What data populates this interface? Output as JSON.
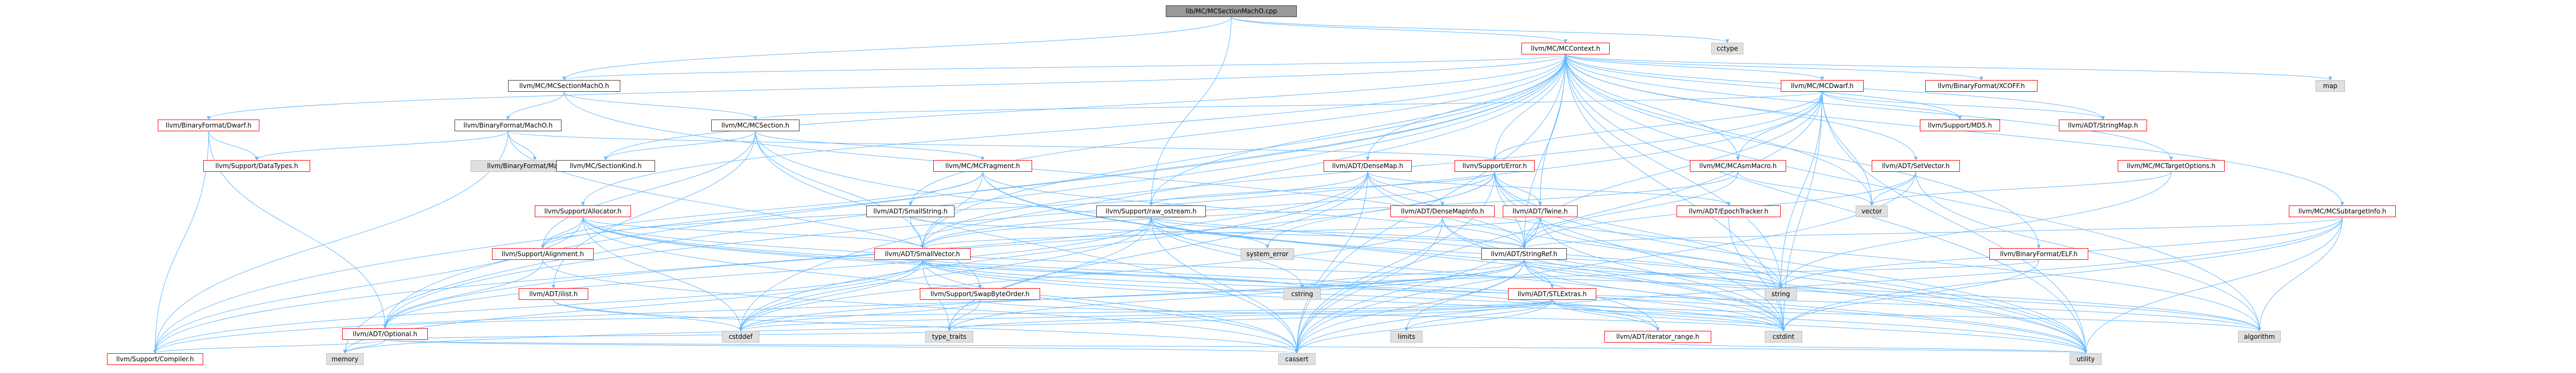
{
  "graph": {
    "nodes": [
      {
        "id": "root",
        "label": "lib/MC/MCSectionMachO.cpp",
        "kind": "root"
      },
      {
        "id": "mccontext",
        "label": "llvm/MC/MCContext.h",
        "kind": "red"
      },
      {
        "id": "cctype",
        "label": "cctype",
        "kind": "gray"
      },
      {
        "id": "mcsectionmacho_h",
        "label": "llvm/MC/MCSectionMachO.h",
        "kind": "normal"
      },
      {
        "id": "mcdwarf",
        "label": "llvm/MC/MCDwarf.h",
        "kind": "red"
      },
      {
        "id": "xcoff",
        "label": "llvm/BinaryFormat/XCOFF.h",
        "kind": "red"
      },
      {
        "id": "map",
        "label": "map",
        "kind": "gray"
      },
      {
        "id": "bf_dwarf",
        "label": "llvm/BinaryFormat/Dwarf.h",
        "kind": "red"
      },
      {
        "id": "bf_macho",
        "label": "llvm/BinaryFormat/MachO.h",
        "kind": "normal"
      },
      {
        "id": "mcsection",
        "label": "llvm/MC/MCSection.h",
        "kind": "normal"
      },
      {
        "id": "md5",
        "label": "llvm/Support/MD5.h",
        "kind": "red"
      },
      {
        "id": "stringmap",
        "label": "llvm/ADT/StringMap.h",
        "kind": "red"
      },
      {
        "id": "datatypes",
        "label": "llvm/Support/DataTypes.h",
        "kind": "red"
      },
      {
        "id": "macho_def",
        "label": "llvm/BinaryFormat/MachO.def",
        "kind": "gray"
      },
      {
        "id": "mcsectionkind",
        "label": "llvm/MC/SectionKind.h",
        "kind": "normal"
      },
      {
        "id": "mcfragment",
        "label": "llvm/MC/MCFragment.h",
        "kind": "red"
      },
      {
        "id": "densemap",
        "label": "llvm/ADT/DenseMap.h",
        "kind": "red"
      },
      {
        "id": "error",
        "label": "llvm/Support/Error.h",
        "kind": "red"
      },
      {
        "id": "mcasmmacro",
        "label": "llvm/MC/MCAsmMacro.h",
        "kind": "red"
      },
      {
        "id": "setvector",
        "label": "llvm/ADT/SetVector.h",
        "kind": "red"
      },
      {
        "id": "mctargetoptions",
        "label": "llvm/MC/MCTargetOptions.h",
        "kind": "red"
      },
      {
        "id": "mcsubtargetinfo",
        "label": "llvm/MC/MCSubtargetInfo.h",
        "kind": "red"
      },
      {
        "id": "bf_elf",
        "label": "llvm/BinaryFormat/ELF.h",
        "kind": "red"
      },
      {
        "id": "allocator",
        "label": "llvm/Support/Allocator.h",
        "kind": "red"
      },
      {
        "id": "smallstring",
        "label": "llvm/ADT/SmallString.h",
        "kind": "normal"
      },
      {
        "id": "raw_ostream",
        "label": "llvm/Support/raw_ostream.h",
        "kind": "normal"
      },
      {
        "id": "densemapinfo",
        "label": "llvm/ADT/DenseMapInfo.h",
        "kind": "red"
      },
      {
        "id": "twine",
        "label": "llvm/ADT/Twine.h",
        "kind": "red"
      },
      {
        "id": "epochtracker",
        "label": "llvm/ADT/EpochTracker.h",
        "kind": "red"
      },
      {
        "id": "vector",
        "label": "vector",
        "kind": "gray"
      },
      {
        "id": "alignment",
        "label": "llvm/Support/Alignment.h",
        "kind": "red"
      },
      {
        "id": "smallvector",
        "label": "llvm/ADT/SmallVector.h",
        "kind": "red"
      },
      {
        "id": "system_error",
        "label": "system_error",
        "kind": "gray"
      },
      {
        "id": "stringref",
        "label": "llvm/ADT/StringRef.h",
        "kind": "normal"
      },
      {
        "id": "ilist",
        "label": "llvm/ADT/ilist.h",
        "kind": "red"
      },
      {
        "id": "swapbyteorder",
        "label": "llvm/Support/SwapByteOrder.h",
        "kind": "red"
      },
      {
        "id": "cstring",
        "label": "cstring",
        "kind": "gray"
      },
      {
        "id": "string",
        "label": "string",
        "kind": "gray"
      },
      {
        "id": "stlextras",
        "label": "llvm/ADT/STLExtras.h",
        "kind": "red"
      },
      {
        "id": "optional",
        "label": "llvm/ADT/Optional.h",
        "kind": "red"
      },
      {
        "id": "cstddef",
        "label": "cstddef",
        "kind": "gray"
      },
      {
        "id": "type_traits",
        "label": "type_traits",
        "kind": "gray"
      },
      {
        "id": "limits",
        "label": "limits",
        "kind": "gray"
      },
      {
        "id": "cstdint",
        "label": "cstdint",
        "kind": "gray"
      },
      {
        "id": "algorithm",
        "label": "algorithm",
        "kind": "gray"
      },
      {
        "id": "iterator_range",
        "label": "llvm/ADT/iterator_range.h",
        "kind": "red"
      },
      {
        "id": "memory",
        "label": "memory",
        "kind": "gray"
      },
      {
        "id": "compiler",
        "label": "llvm/Support/Compiler.h",
        "kind": "red"
      },
      {
        "id": "cassert",
        "label": "cassert",
        "kind": "gray"
      },
      {
        "id": "utility",
        "label": "utility",
        "kind": "gray"
      }
    ],
    "edges": [
      [
        "root",
        "mccontext"
      ],
      [
        "root",
        "cctype"
      ],
      [
        "root",
        "mcsectionmacho_h"
      ],
      [
        "root",
        "raw_ostream"
      ],
      [
        "mccontext",
        "mcsectionmacho_h"
      ],
      [
        "mccontext",
        "mcdwarf"
      ],
      [
        "mccontext",
        "xcoff"
      ],
      [
        "mccontext",
        "map"
      ],
      [
        "mccontext",
        "bf_dwarf"
      ],
      [
        "mccontext",
        "densemap"
      ],
      [
        "mccontext",
        "error"
      ],
      [
        "mccontext",
        "mcasmmacro"
      ],
      [
        "mccontext",
        "setvector"
      ],
      [
        "mccontext",
        "mctargetoptions"
      ],
      [
        "mccontext",
        "mcsubtargetinfo"
      ],
      [
        "mccontext",
        "bf_elf"
      ],
      [
        "mccontext",
        "allocator"
      ],
      [
        "mccontext",
        "smallstring"
      ],
      [
        "mccontext",
        "raw_ostream"
      ],
      [
        "mccontext",
        "twine"
      ],
      [
        "mccontext",
        "stringmap"
      ],
      [
        "mccontext",
        "md5"
      ],
      [
        "mccontext",
        "mcsectionkind"
      ],
      [
        "mccontext",
        "stringref"
      ],
      [
        "mccontext",
        "smallvector"
      ],
      [
        "mccontext",
        "optional"
      ],
      [
        "mccontext",
        "string"
      ],
      [
        "mccontext",
        "vector"
      ],
      [
        "mccontext",
        "cstddef"
      ],
      [
        "mccontext",
        "cstdint"
      ],
      [
        "mccontext",
        "algorithm"
      ],
      [
        "mccontext",
        "memory"
      ],
      [
        "mccontext",
        "compiler"
      ],
      [
        "mccontext",
        "utility"
      ],
      [
        "mccontext",
        "cassert"
      ],
      [
        "mcsectionmacho_h",
        "bf_macho"
      ],
      [
        "mcsectionmacho_h",
        "mcsection"
      ],
      [
        "mcsectionmacho_h",
        "stringref"
      ],
      [
        "mcdwarf",
        "mcsection"
      ],
      [
        "mcdwarf",
        "md5"
      ],
      [
        "mcdwarf",
        "stringmap"
      ],
      [
        "mcdwarf",
        "error"
      ],
      [
        "mcdwarf",
        "mcasmmacro"
      ],
      [
        "mcdwarf",
        "stringref"
      ],
      [
        "mcdwarf",
        "smallvector"
      ],
      [
        "mcdwarf",
        "optional"
      ],
      [
        "mcdwarf",
        "vector"
      ],
      [
        "mcdwarf",
        "string"
      ],
      [
        "mcdwarf",
        "cassert"
      ],
      [
        "mcdwarf",
        "cstdint"
      ],
      [
        "mcdwarf",
        "utility"
      ],
      [
        "bf_dwarf",
        "datatypes"
      ],
      [
        "bf_dwarf",
        "compiler"
      ],
      [
        "bf_dwarf",
        "optional"
      ],
      [
        "bf_macho",
        "datatypes"
      ],
      [
        "bf_macho",
        "macho_def"
      ],
      [
        "bf_macho",
        "compiler"
      ],
      [
        "bf_macho",
        "error"
      ],
      [
        "bf_macho",
        "swapbyteorder"
      ],
      [
        "mcsection",
        "mcsectionkind"
      ],
      [
        "mcsection",
        "mcfragment"
      ],
      [
        "mcsection",
        "alignment"
      ],
      [
        "mcsection",
        "ilist"
      ],
      [
        "mcsection",
        "smallvector"
      ],
      [
        "mcsection",
        "cassert"
      ],
      [
        "mcsection",
        "utility"
      ],
      [
        "mcfragment",
        "smallstring"
      ],
      [
        "mcfragment",
        "smallvector"
      ],
      [
        "mcfragment",
        "stringref"
      ],
      [
        "mcfragment",
        "alignment"
      ],
      [
        "mcfragment",
        "cstdint"
      ],
      [
        "mcfragment",
        "utility"
      ],
      [
        "densemap",
        "densemapinfo"
      ],
      [
        "densemap",
        "epochtracker"
      ],
      [
        "densemap",
        "alignment"
      ],
      [
        "densemap",
        "compiler"
      ],
      [
        "densemap",
        "algorithm"
      ],
      [
        "densemap",
        "cassert"
      ],
      [
        "densemap",
        "cstddef"
      ],
      [
        "densemap",
        "type_traits"
      ],
      [
        "densemap",
        "utility"
      ],
      [
        "error",
        "stringref"
      ],
      [
        "error",
        "twine"
      ],
      [
        "error",
        "smallvector"
      ],
      [
        "error",
        "raw_ostream"
      ],
      [
        "error",
        "optional"
      ],
      [
        "error",
        "system_error"
      ],
      [
        "error",
        "string"
      ],
      [
        "error",
        "cassert"
      ],
      [
        "error",
        "cstdint"
      ],
      [
        "error",
        "utility"
      ],
      [
        "mcasmmacro",
        "stringref"
      ],
      [
        "mcasmmacro",
        "vector"
      ],
      [
        "mcasmmacro",
        "smallvector"
      ],
      [
        "setvector",
        "stringref"
      ],
      [
        "setvector",
        "vector"
      ],
      [
        "setvector",
        "cassert"
      ],
      [
        "setvector",
        "algorithm"
      ],
      [
        "mctargetoptions",
        "string"
      ],
      [
        "mctargetoptions",
        "vector"
      ],
      [
        "mcsubtargetinfo",
        "stringref"
      ],
      [
        "mcsubtargetinfo",
        "string"
      ],
      [
        "mcsubtargetinfo",
        "cassert"
      ],
      [
        "mcsubtargetinfo",
        "cstdint"
      ],
      [
        "mcsubtargetinfo",
        "algorithm"
      ],
      [
        "mcsubtargetinfo",
        "utility"
      ],
      [
        "bf_elf",
        "cstdint"
      ],
      [
        "bf_elf",
        "cstring"
      ],
      [
        "allocator",
        "alignment"
      ],
      [
        "allocator",
        "smallvector"
      ],
      [
        "allocator",
        "compiler"
      ],
      [
        "allocator",
        "algorithm"
      ],
      [
        "allocator",
        "cassert"
      ],
      [
        "allocator",
        "cstddef"
      ],
      [
        "allocator",
        "cstdint"
      ],
      [
        "allocator",
        "iterator_range"
      ],
      [
        "allocator",
        "utility"
      ],
      [
        "smallstring",
        "smallvector"
      ],
      [
        "smallstring",
        "stringref"
      ],
      [
        "raw_ostream",
        "stringref"
      ],
      [
        "raw_ostream",
        "optional"
      ],
      [
        "raw_ostream",
        "cassert"
      ],
      [
        "raw_ostream",
        "cstddef"
      ],
      [
        "raw_ostream",
        "cstdint"
      ],
      [
        "raw_ostream",
        "cstring"
      ],
      [
        "raw_ostream",
        "string"
      ],
      [
        "raw_ostream",
        "type_traits"
      ],
      [
        "raw_ostream",
        "system_error"
      ],
      [
        "densemapinfo",
        "cassert"
      ],
      [
        "densemapinfo",
        "cstddef"
      ],
      [
        "densemapinfo",
        "cstdint"
      ],
      [
        "densemapinfo",
        "utility"
      ],
      [
        "twine",
        "smallvector"
      ],
      [
        "twine",
        "stringref"
      ],
      [
        "twine",
        "cassert"
      ],
      [
        "twine",
        "cstdint"
      ],
      [
        "twine",
        "string"
      ],
      [
        "epochtracker",
        "cstdint"
      ],
      [
        "alignment",
        "optional"
      ],
      [
        "alignment",
        "cassert"
      ],
      [
        "smallvector",
        "compiler"
      ],
      [
        "smallvector",
        "type_traits"
      ],
      [
        "smallvector",
        "algorithm"
      ],
      [
        "smallvector",
        "cassert"
      ],
      [
        "smallvector",
        "cstddef"
      ],
      [
        "smallvector",
        "cstring"
      ],
      [
        "smallvector",
        "memory"
      ],
      [
        "smallvector",
        "utility"
      ],
      [
        "smallvector",
        "cstdint"
      ],
      [
        "stringref",
        "stlextras"
      ],
      [
        "stringref",
        "iterator_range"
      ],
      [
        "stringref",
        "compiler"
      ],
      [
        "stringref",
        "algorithm"
      ],
      [
        "stringref",
        "cassert"
      ],
      [
        "stringref",
        "cstddef"
      ],
      [
        "stringref",
        "cstring"
      ],
      [
        "stringref",
        "limits"
      ],
      [
        "stringref",
        "string"
      ],
      [
        "stringref",
        "type_traits"
      ],
      [
        "stringref",
        "utility"
      ],
      [
        "ilist",
        "cassert"
      ],
      [
        "ilist",
        "cstddef"
      ],
      [
        "swapbyteorder",
        "cstddef"
      ],
      [
        "swapbyteorder",
        "cstdint"
      ],
      [
        "swapbyteorder",
        "type_traits"
      ],
      [
        "stlextras",
        "optional"
      ],
      [
        "stlextras",
        "iterator_range"
      ],
      [
        "stlextras",
        "algorithm"
      ],
      [
        "stlextras",
        "cassert"
      ],
      [
        "stlextras",
        "cstddef"
      ],
      [
        "stlextras",
        "cstdint"
      ],
      [
        "stlextras",
        "limits"
      ],
      [
        "stlextras",
        "memory"
      ],
      [
        "stlextras",
        "type_traits"
      ],
      [
        "stlextras",
        "utility"
      ],
      [
        "optional",
        "compiler"
      ],
      [
        "optional",
        "type_traits"
      ],
      [
        "optional",
        "cassert"
      ],
      [
        "optional",
        "memory"
      ],
      [
        "optional",
        "utility"
      ],
      [
        "iterator_range",
        "utility"
      ]
    ]
  }
}
